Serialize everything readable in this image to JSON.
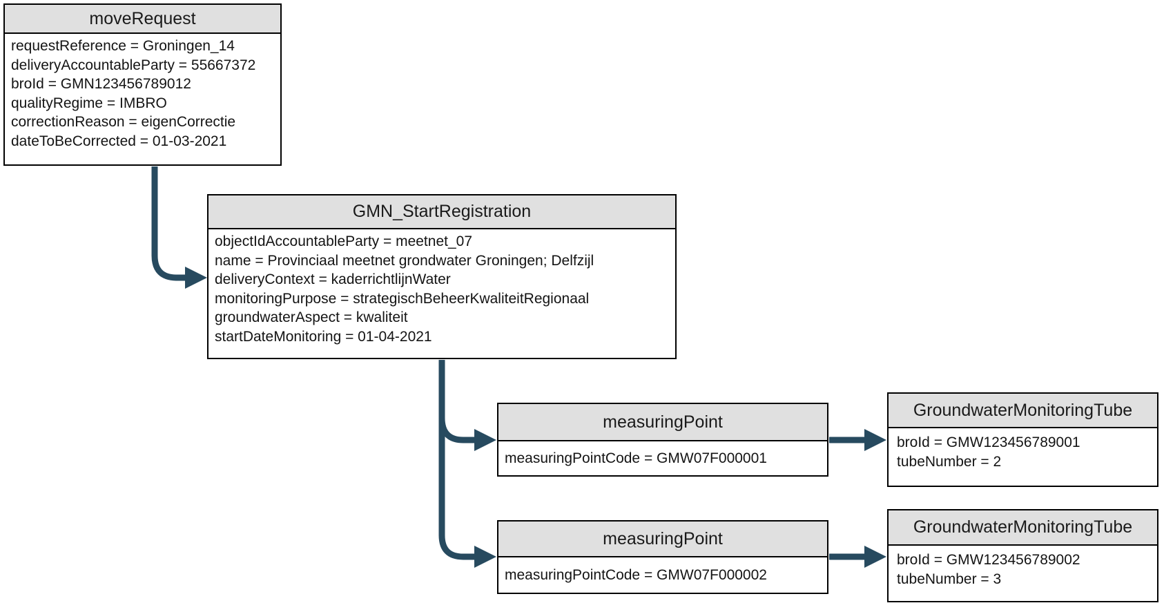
{
  "diagram": {
    "type": "uml-object-diagram",
    "colors": {
      "arrow": "#274A5F",
      "header_fill": "#E0E0E0",
      "border": "#000000",
      "background": "#FFFFFF"
    },
    "nodes": [
      {
        "id": "moveRequest",
        "title": "moveRequest",
        "attributes": [
          "requestReference = Groningen_14",
          "deliveryAccountableParty = 55667372",
          "broId = GMN123456789012",
          "qualityRegime = IMBRO",
          "correctionReason = eigenCorrectie",
          "dateToBeCorrected = 01-03-2021"
        ]
      },
      {
        "id": "gmnStartRegistration",
        "title": "GMN_StartRegistration",
        "attributes": [
          "objectIdAccountableParty = meetnet_07",
          "name = Provinciaal meetnet grondwater Groningen; Delfzijl",
          "deliveryContext = kaderrichtlijnWater",
          "monitoringPurpose = strategischBeheerKwaliteitRegionaal",
          "groundwaterAspect = kwaliteit",
          "startDateMonitoring = 01-04-2021"
        ]
      },
      {
        "id": "measuringPoint1",
        "title": "measuringPoint",
        "attributes": [
          "measuringPointCode = GMW07F000001"
        ]
      },
      {
        "id": "groundwaterMonitoringTube1",
        "title": "GroundwaterMonitoringTube",
        "attributes": [
          "broId = GMW123456789001",
          "tubeNumber = 2"
        ]
      },
      {
        "id": "measuringPoint2",
        "title": "measuringPoint",
        "attributes": [
          "measuringPointCode = GMW07F000002"
        ]
      },
      {
        "id": "groundwaterMonitoringTube2",
        "title": "GroundwaterMonitoringTube",
        "attributes": [
          "broId = GMW123456789002",
          "tubeNumber = 3"
        ]
      }
    ],
    "edges": [
      {
        "from": "moveRequest",
        "to": "gmnStartRegistration"
      },
      {
        "from": "gmnStartRegistration",
        "to": "measuringPoint1"
      },
      {
        "from": "gmnStartRegistration",
        "to": "measuringPoint2"
      },
      {
        "from": "measuringPoint1",
        "to": "groundwaterMonitoringTube1"
      },
      {
        "from": "measuringPoint2",
        "to": "groundwaterMonitoringTube2"
      }
    ]
  }
}
